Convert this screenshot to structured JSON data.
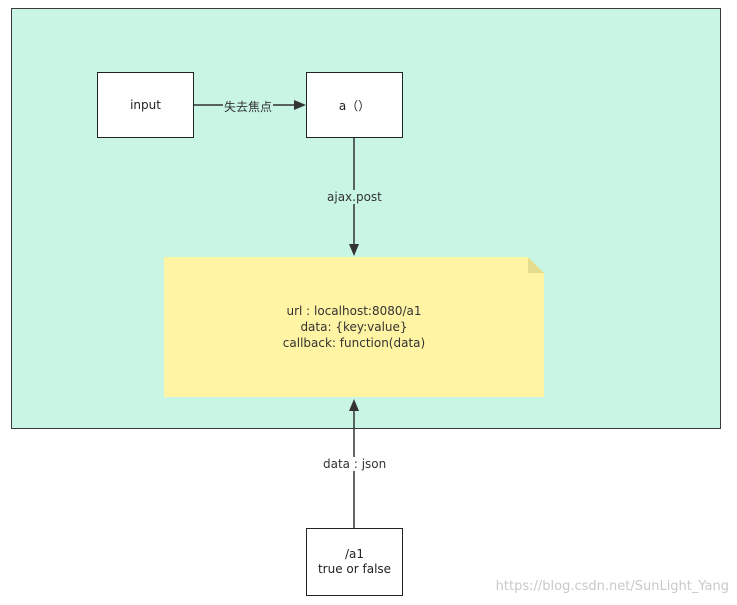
{
  "nodes": {
    "input": "input",
    "a": "a（）",
    "a1_line1": "/a1",
    "a1_line2": "true or false"
  },
  "note": {
    "line1": "url : localhost:8080/a1",
    "line2": "data: {key:value}",
    "line3": "callback: function(data)"
  },
  "edges": {
    "input_to_a": "失去焦点",
    "a_to_note": "ajax.post",
    "a1_to_note": "data : json"
  },
  "watermark": "https://blog.csdn.net/SunLight_Yang",
  "colors": {
    "container_fill": "#c8f5e4",
    "note_fill": "#fff4a3",
    "note_fold": "#e6dc8e",
    "stroke": "#222222"
  }
}
